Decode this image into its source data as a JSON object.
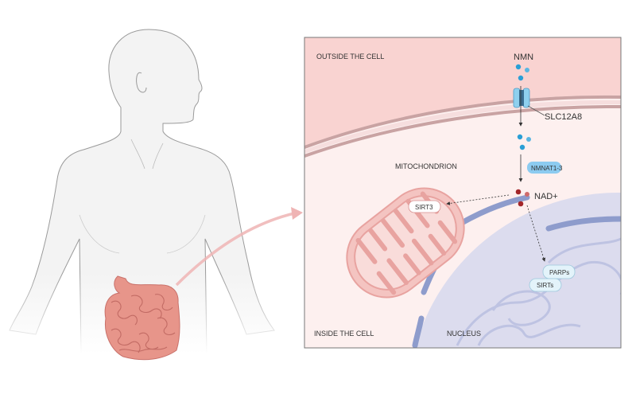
{
  "labels": {
    "outside": "OUTSIDE THE CELL",
    "inside": "INSIDE THE CELL",
    "nucleus": "NUCLEUS",
    "mitochondrion": "MITOCHONDRION",
    "nmn": "NMN",
    "transporter": "SLC12A8",
    "enzyme": "NMNAT1-3",
    "nad": "NAD+",
    "sirt3": "SIRT3",
    "parps": "PARPs",
    "sirts": "SIRTs"
  },
  "colors": {
    "outside": "#f9d3d1",
    "inside": "#fdf0ef",
    "membrane": "#c9a3a3",
    "nmn": "#2a9fd6",
    "nad": "#a3262a",
    "nucleus": "#dcdcee",
    "envelope": "#8e9ccc",
    "mito": "#e8a3a0",
    "intestine": "#e7958a",
    "arrow": "#efb4b4"
  }
}
